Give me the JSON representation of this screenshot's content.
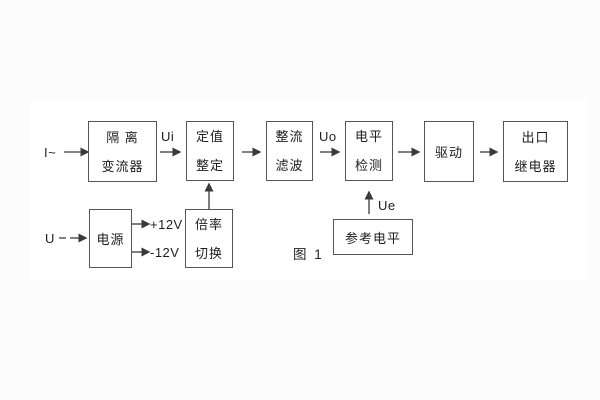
{
  "figure": {
    "caption": "图 1"
  },
  "signals": {
    "input_current": "I~",
    "input_voltage": "U",
    "ui": "Ui",
    "uo": "Uo",
    "ue": "Ue",
    "rail_positive": "+12V",
    "rail_negative": "-12V"
  },
  "blocks": {
    "isolation_transformer": {
      "line1": "隔 离",
      "line2": "变流器"
    },
    "setpoint_adjust": {
      "line1": "定值",
      "line2": "整定"
    },
    "rectifier_filter": {
      "line1": "整流",
      "line2": "滤波"
    },
    "level_detect": {
      "line1": "电平",
      "line2": "检测"
    },
    "drive": {
      "line1": "驱动"
    },
    "output_relay": {
      "line1": "出口",
      "line2": "继电器"
    },
    "power_supply": {
      "line1": "电源"
    },
    "ratio_switch": {
      "line1": "倍率",
      "line2": "切换"
    },
    "reference_level": {
      "line1": "参考电平"
    }
  },
  "colors": {
    "background": "#fcfcfc",
    "panel": "#ffffff",
    "box_border": "#555555",
    "wire": "#3a3a3a",
    "text": "#1e1e1e"
  }
}
